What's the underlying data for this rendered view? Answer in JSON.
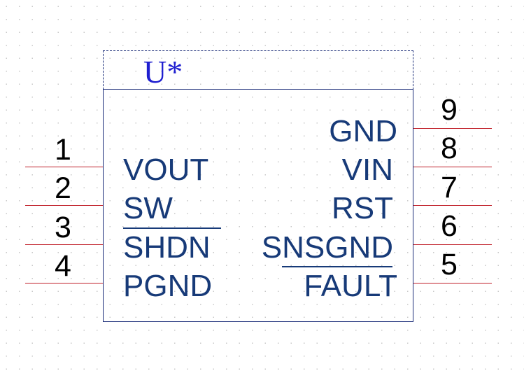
{
  "reference": "U*",
  "colors": {
    "body_outline": "#1a2c78",
    "pin_line": "#c0202a",
    "pin_label": "#173a78",
    "pin_number": "#000000",
    "reference": "#1f1fd0"
  },
  "left_pins": [
    {
      "number": "1",
      "label": "VOUT",
      "overbar": false
    },
    {
      "number": "2",
      "label": "SW",
      "overbar": false
    },
    {
      "number": "3",
      "label": "SHDN",
      "overbar": true
    },
    {
      "number": "4",
      "label": "PGND",
      "overbar": false
    }
  ],
  "right_pins": [
    {
      "number": "9",
      "label": "GND",
      "overbar": false
    },
    {
      "number": "8",
      "label": "VIN",
      "overbar": false
    },
    {
      "number": "7",
      "label": "RST",
      "overbar": false
    },
    {
      "number": "6",
      "label": "SNSGND",
      "overbar": false
    },
    {
      "number": "5",
      "label": "FAULT",
      "overbar": true
    }
  ]
}
